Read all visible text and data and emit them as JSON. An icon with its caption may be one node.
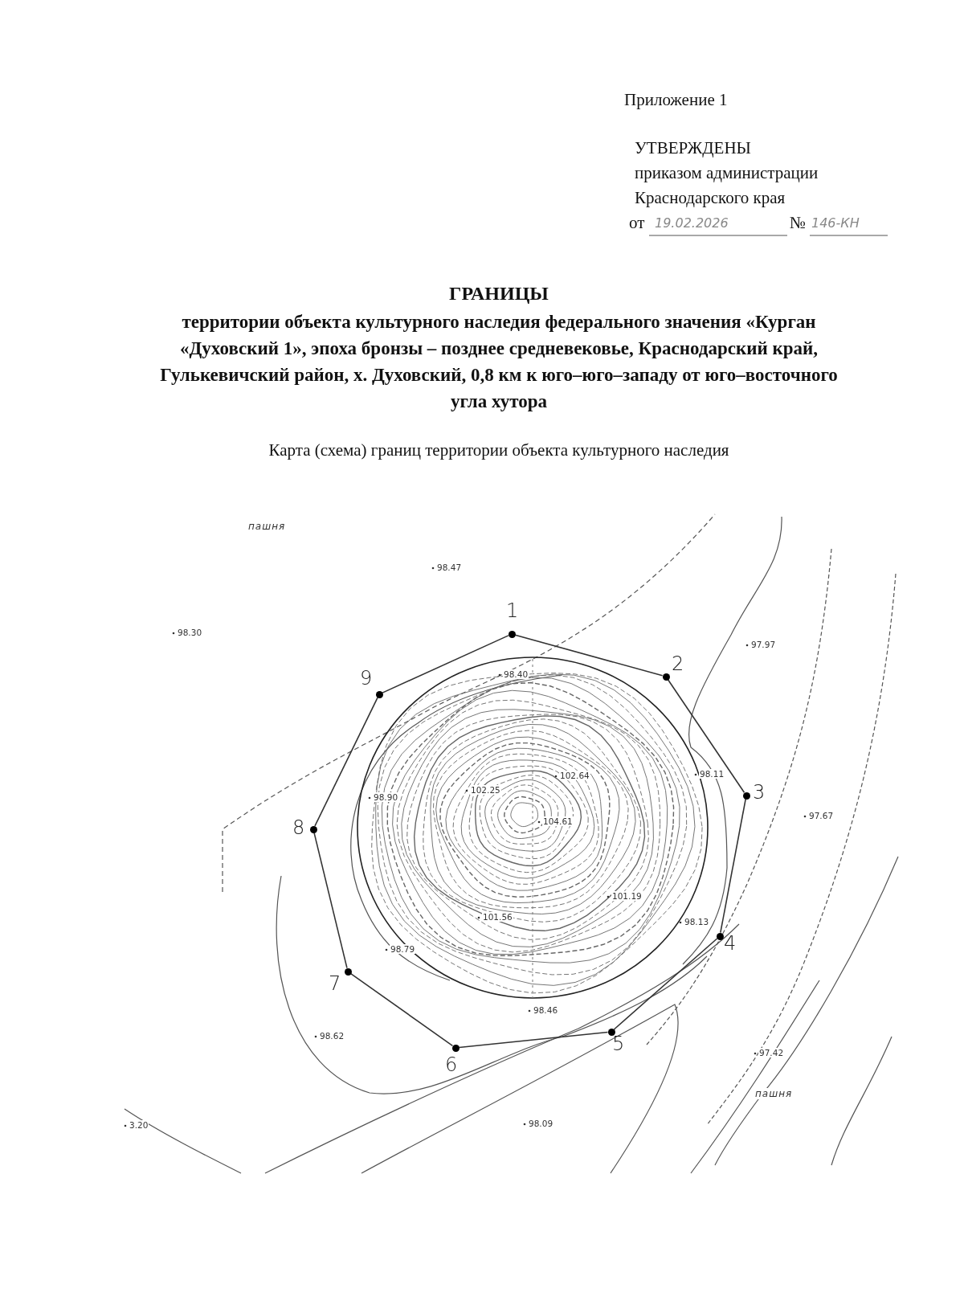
{
  "diagram": {
    "title": "ГРАНИЦЫ",
    "nodes": [
      {
        "text": [],
        "shape": "circle",
        "beside": [
          "1"
        ]
      },
      {
        "text": [],
        "shape": "circle",
        "beside": [
          "2"
        ]
      },
      {
        "text": [],
        "shape": "circle",
        "beside": [
          "3"
        ]
      },
      {
        "text": [],
        "shape": "circle",
        "beside": [
          "4"
        ]
      },
      {
        "text": [],
        "shape": "circle",
        "beside": [
          "5"
        ]
      },
      {
        "text": [],
        "shape": "circle",
        "beside": [
          "6"
        ]
      },
      {
        "text": [],
        "shape": "circle",
        "beside": [
          "7"
        ]
      },
      {
        "text": [],
        "shape": "circle",
        "beside": [
          "8"
        ]
      },
      {
        "text": [],
        "shape": "circle",
        "beside": [
          "9"
        ]
      }
    ],
    "edges": [
      {
        "from": 0,
        "to": 1,
        "arrow": "none"
      },
      {
        "from": 1,
        "to": 2,
        "arrow": "none"
      },
      {
        "from": 2,
        "to": 3,
        "arrow": "none"
      },
      {
        "from": 3,
        "to": 4,
        "arrow": "none"
      },
      {
        "from": 4,
        "to": 5,
        "arrow": "none"
      },
      {
        "from": 5,
        "to": 6,
        "arrow": "none"
      },
      {
        "from": 6,
        "to": 7,
        "arrow": "none"
      },
      {
        "from": 7,
        "to": 8,
        "arrow": "none"
      },
      {
        "from": 8,
        "to": 0,
        "arrow": "none"
      }
    ],
    "labels": [
      "Приложение 1",
      "УТВЕРЖДЕНЫ",
      "приказом администрации",
      "Краснодарского края",
      "от",
      "19.02.2026",
      "№",
      "146-КН",
      "территории объекта культурного наследия федерального значения «Курган «Духовский 1», эпоха бронзы – позднее средневековье, Краснодарский край, Гулькевичский район, х. Духовский, 0,8 км к юго–юго–западу от юго–восточного угла хутора",
      "Карта (схема) границ территории объекта культурного наследия",
      "пашня",
      "98.47",
      "98.30",
      "97.97",
      "98.40",
      "102.64",
      "102.25",
      "98.90",
      "104.61",
      "98.11",
      "97.67",
      "101.19",
      "98.13",
      "101.56",
      "98.79",
      "98.46",
      "98.62",
      "97.42",
      "пашня",
      "3.20",
      "98.09"
    ]
  }
}
